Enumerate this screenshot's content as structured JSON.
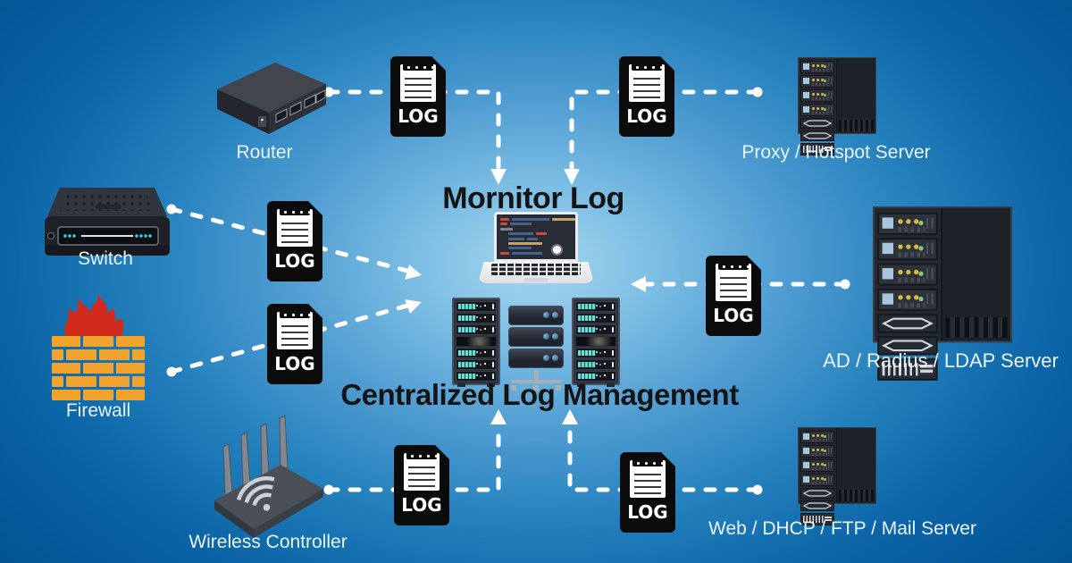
{
  "titles": {
    "monitor": "Mornitor Log",
    "management": "Centralized Log Management"
  },
  "devices": {
    "router": {
      "label": "Router"
    },
    "switch": {
      "label": "Switch"
    },
    "firewall": {
      "label": "Firewall"
    },
    "wireless": {
      "label": "Wireless Controller"
    },
    "proxy": {
      "label": "Proxy / Hotspot Server"
    },
    "ad": {
      "label": "AD / Radius / LDAP Server"
    },
    "web": {
      "label": "Web / DHCP / FTP / Mail Server"
    }
  },
  "log_icon": {
    "label": "LOG"
  },
  "connections": [
    {
      "from": "Router",
      "via": "LOG",
      "to": "Mornitor Log"
    },
    {
      "from": "Proxy / Hotspot Server",
      "via": "LOG",
      "to": "Mornitor Log"
    },
    {
      "from": "Switch",
      "via": "LOG",
      "to": "Centralized Log Management"
    },
    {
      "from": "Firewall",
      "via": "LOG",
      "to": "Centralized Log Management"
    },
    {
      "from": "AD / Radius / LDAP Server",
      "via": "LOG",
      "to": "Centralized Log Management"
    },
    {
      "from": "Wireless Controller",
      "via": "LOG",
      "to": "Centralized Log Management"
    },
    {
      "from": "Web / DHCP / FTP / Mail Server",
      "via": "LOG",
      "to": "Centralized Log Management"
    }
  ],
  "colors": {
    "background_center": "#a8d5ef",
    "background_edge": "#04589a",
    "arrow": "#ffffff",
    "title_text": "#141414",
    "label_text": "#e9f4fb",
    "log_icon_bg": "#0b0b0b",
    "firewall_brick": "#f1a32d",
    "firewall_flame": "#d02b1d",
    "rack_led_teal": "#5fe3da",
    "server_led_yellow": "#d8bc3e"
  }
}
